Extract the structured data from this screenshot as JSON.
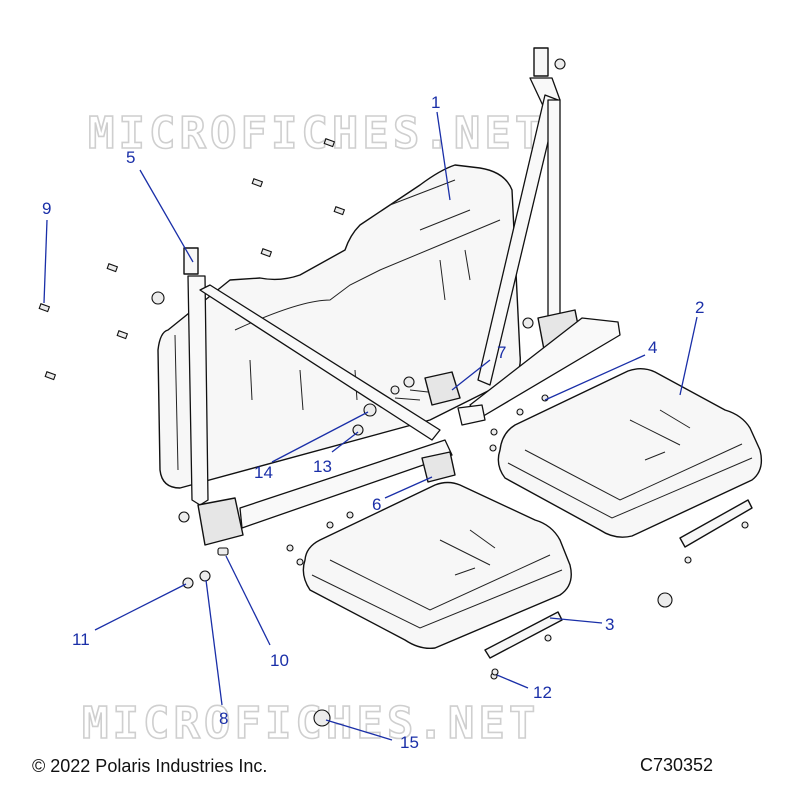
{
  "watermark": "MICROFICHES.NET",
  "footer": {
    "copyright": "© 2022 Polaris Industries Inc.",
    "figure_id": "C730352"
  },
  "callouts": [
    "1",
    "2",
    "3",
    "4",
    "5",
    "6",
    "7",
    "8",
    "9",
    "10",
    "11",
    "12",
    "13",
    "14",
    "15"
  ],
  "colors": {
    "callout": "#1a2fa8",
    "line_art": "#111111",
    "watermark": "#cfcfcf"
  }
}
